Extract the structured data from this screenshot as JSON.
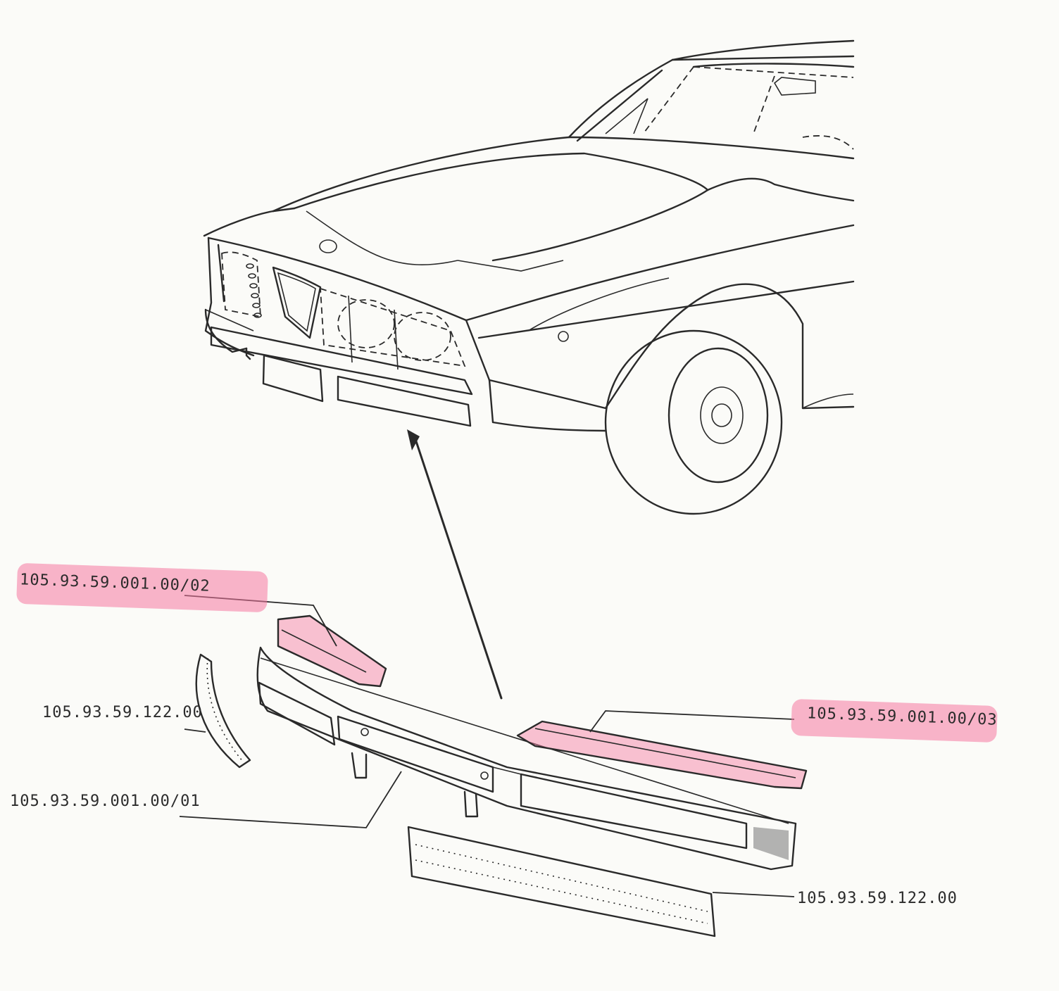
{
  "labels": {
    "reinf_left": "105.93.59.001.00/02",
    "reinf_right": "105.93.59.001.00/03",
    "rubber_left": "105.93.59.122.00",
    "bumper": "105.93.59.001.00/01",
    "rubber_front": "105.93.59.122.00"
  },
  "colors": {
    "highlight": "#f578a0",
    "ink": "#2a2a2a",
    "paper": "#fbfbf8"
  }
}
